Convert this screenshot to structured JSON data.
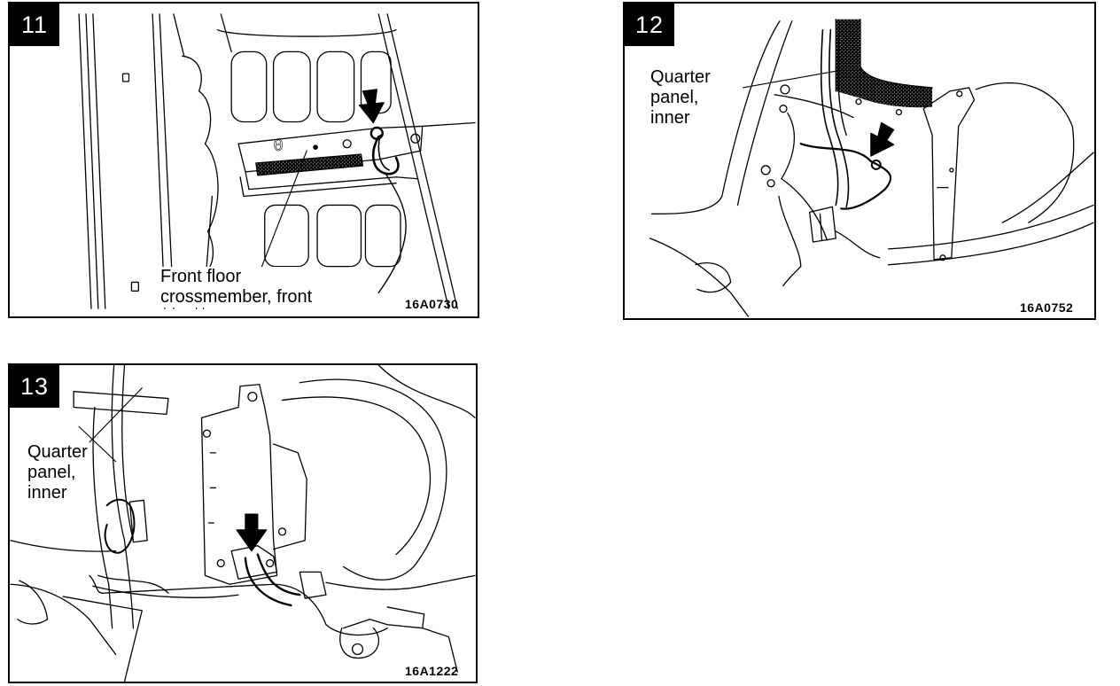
{
  "figures": [
    {
      "id": "fig11",
      "number": "11",
      "labels": [
        "Front floor",
        "crossmember, front"
      ],
      "code": "16A0730"
    },
    {
      "id": "fig12",
      "number": "12",
      "labels": [
        "Quarter",
        "panel,",
        "inner"
      ],
      "code": "16A0752"
    },
    {
      "id": "fig13",
      "number": "13",
      "labels": [
        "Quarter",
        "panel,",
        "inner"
      ],
      "code": "16A1222"
    }
  ],
  "colors": {
    "ink": "#000000",
    "paper": "#ffffff",
    "shading": "#9a9a9a"
  },
  "icons": [
    "arrow-down-icon"
  ]
}
